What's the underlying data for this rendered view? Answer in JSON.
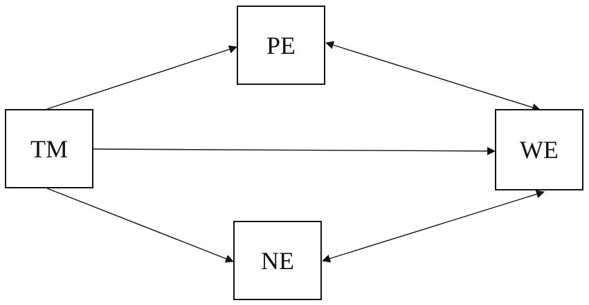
{
  "nodes": {
    "tm": {
      "label": "TM"
    },
    "pe": {
      "label": "PE"
    },
    "ne": {
      "label": "NE"
    },
    "we": {
      "label": "WE"
    }
  },
  "edges": [
    {
      "from": "TM",
      "to": "PE",
      "direction": "forward"
    },
    {
      "from": "TM",
      "to": "WE",
      "direction": "forward"
    },
    {
      "from": "TM",
      "to": "NE",
      "direction": "forward"
    },
    {
      "from": "PE",
      "to": "WE",
      "direction": "bidirectional"
    },
    {
      "from": "NE",
      "to": "WE",
      "direction": "bidirectional"
    }
  ],
  "colors": {
    "stroke": "#111111",
    "background": "#ffffff"
  }
}
